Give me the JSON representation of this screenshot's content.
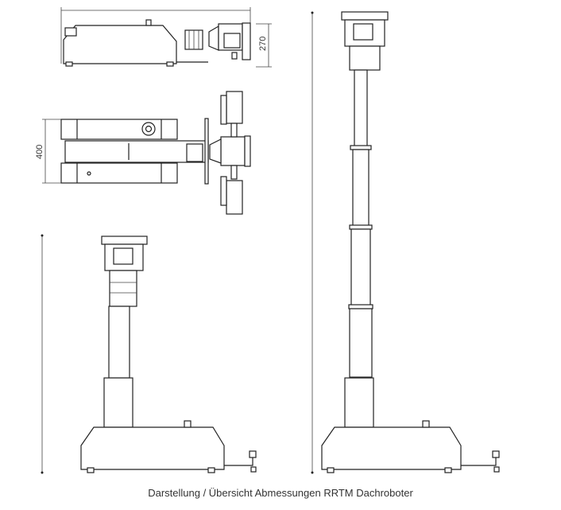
{
  "drawing": {
    "dimensions": {
      "height_side": "270",
      "width_top": "400"
    },
    "caption": "Darstellung / Übersicht Abmessungen RRTM Dachroboter"
  }
}
